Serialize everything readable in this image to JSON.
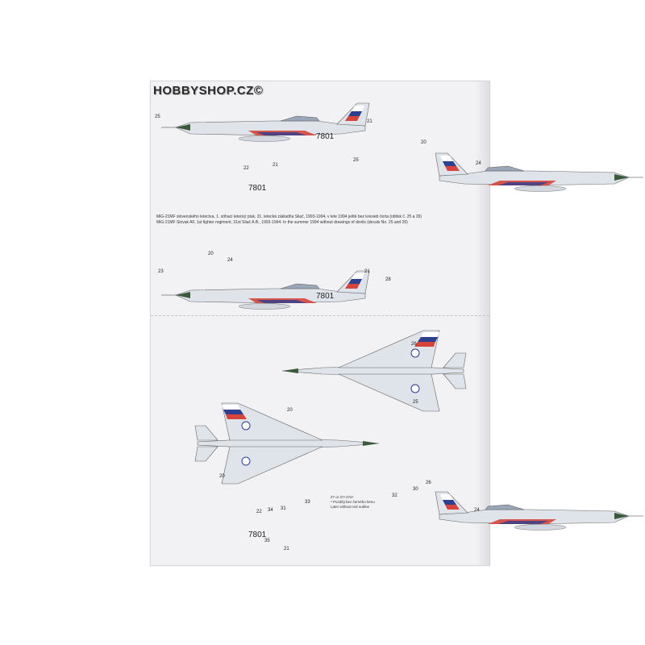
{
  "watermark": "HOBBYSHOP.CZ©",
  "caption": {
    "czech": "MiG-21MF slovenského letectva, 1. stíhací letecký pluk, 31. letecká základňa Sliač, 1993-1994, v lete 1994 ještě bez kresieb čerta (obtisk č. 25 a 26)",
    "english": "MiG-21MF Slovak AF, 1st fighter regiment, 31st Sliač A.B., 1993-1994. In the summer 1994 without drawings of devils (decals No. 25 and 26)"
  },
  "serial": "7801",
  "decal_numbers": {
    "d20": "20",
    "d21": "21",
    "d22": "22",
    "d23": "23",
    "d24": "24",
    "d25": "25",
    "d26": "26",
    "d28": "28",
    "d30": "30",
    "d31": "31",
    "d32": "32",
    "d33": "33",
    "d34": "34",
    "d35": "35"
  },
  "note": {
    "ref": "27 or 27+27a*",
    "czech": "* Později bez černého lemu",
    "english": "Later without red outline"
  },
  "colors": {
    "aircraft_grey": "#dfe3ea",
    "red": "#d5453c",
    "blue": "#2d3f8e",
    "white": "#ffffff",
    "green": "#5e7d57",
    "radome": "#3b5a3c"
  }
}
